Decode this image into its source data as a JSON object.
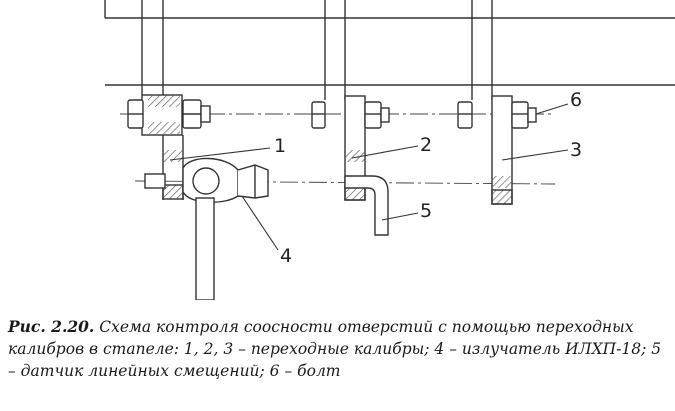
{
  "diagram": {
    "labels": {
      "l1": "1",
      "l2": "2",
      "l3": "3",
      "l4": "4",
      "l5": "5",
      "l6": "6"
    }
  },
  "caption": {
    "figure_label": "Рис. 2.20.",
    "text": "Схема контроля соосности отверстий с помощью переходных калибров в стапеле: 1, 2, 3 – переходные калибры; 4 – излучатель ИЛХП-18; 5 – датчик линейных смещений; 6 – болт"
  },
  "colors": {
    "line": "#333333",
    "hatch": "#555555",
    "background": "#ffffff"
  }
}
